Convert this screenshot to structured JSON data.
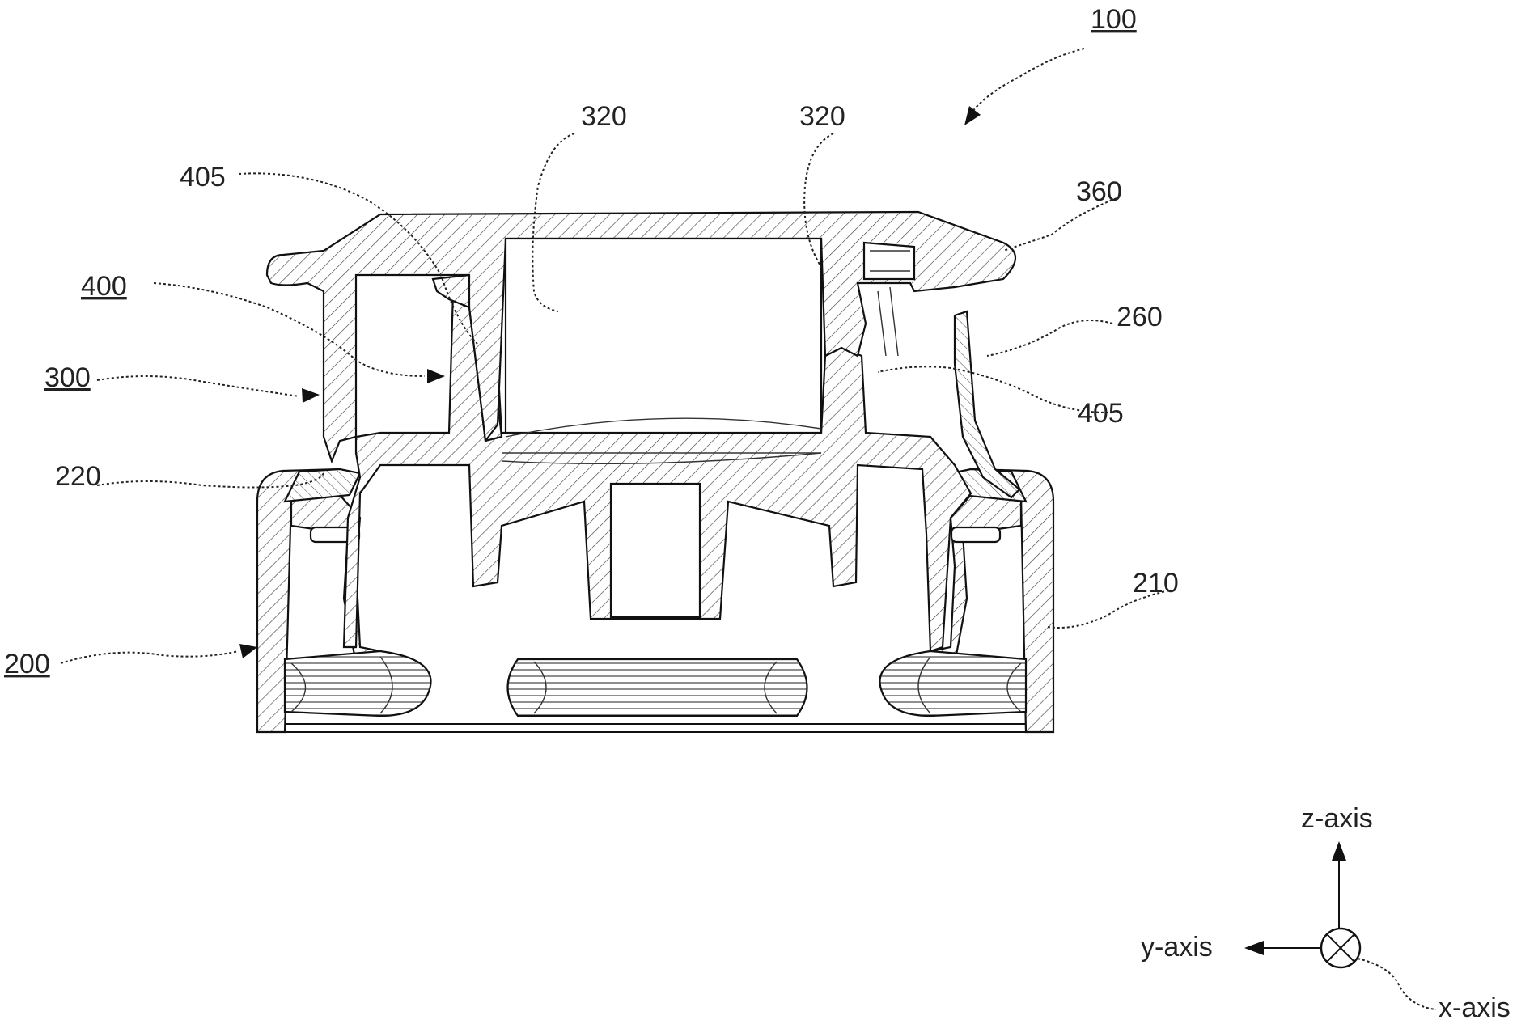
{
  "figure": {
    "reference_labels": {
      "assembly": "100",
      "lid_inner_wall_left": "320",
      "lid_inner_wall_right": "320",
      "seal_contact_left": "405",
      "seal_contact_right": "405",
      "seal_member": "400",
      "lid": "300",
      "lid_flange": "360",
      "base_rib": "260",
      "base_step": "220",
      "base_wall": "210",
      "base": "200"
    },
    "axes": {
      "z": "z-axis",
      "y": "y-axis",
      "x": "x-axis"
    }
  }
}
